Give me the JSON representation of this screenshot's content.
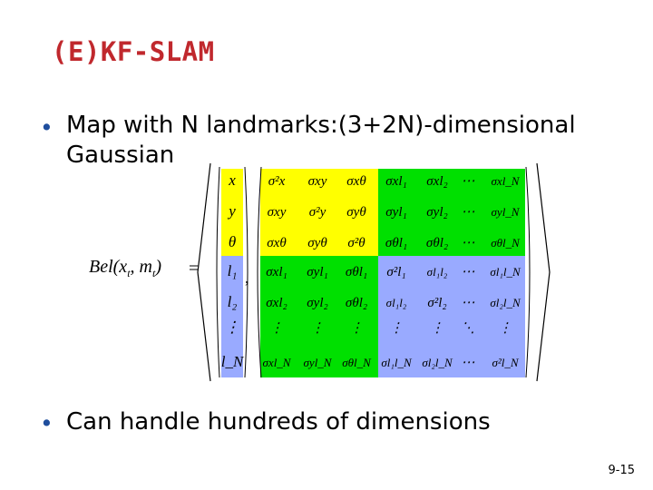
{
  "slide": {
    "title": "(E)KF-SLAM",
    "bullet1_line1": "Map with N landmarks:(3+2N)-dimensional",
    "bullet1_line2": "Gaussian",
    "bullet2": "Can handle hundreds of dimensions",
    "page_number": "9-15"
  },
  "formula": {
    "lhs": "Bel(x",
    "lhs_sub1": "t",
    "lhs_mid": ", m",
    "lhs_sub2": "t",
    "lhs_end": ")",
    "equals": "=",
    "comma": ","
  },
  "mean_vector": [
    "x",
    "y",
    "θ",
    "l₁",
    "l₂",
    "⋮",
    "l_N"
  ],
  "covariance": {
    "rows": [
      [
        "σ²x",
        "σxy",
        "σxθ",
        "σxl₁",
        "σxl₂",
        "⋯",
        "σxl_N"
      ],
      [
        "σxy",
        "σ²y",
        "σyθ",
        "σyl₁",
        "σyl₂",
        "⋯",
        "σyl_N"
      ],
      [
        "σxθ",
        "σyθ",
        "σ²θ",
        "σθl₁",
        "σθl₂",
        "⋯",
        "σθl_N"
      ],
      [
        "σxl₁",
        "σyl₁",
        "σθl₁",
        "σ²l₁",
        "σl₁l₂",
        "⋯",
        "σl₁l_N"
      ],
      [
        "σxl₂",
        "σyl₂",
        "σθl₂",
        "σl₁l₂",
        "σ²l₂",
        "⋯",
        "σl₂l_N"
      ],
      [
        "⋮",
        "⋮",
        "⋮",
        "⋮",
        "⋮",
        "⋱",
        "⋮"
      ],
      [
        "σxl_N",
        "σyl_N",
        "σθl_N",
        "σl₁l_N",
        "σl₂l_N",
        "⋯",
        "σ²l_N"
      ]
    ]
  },
  "colors": {
    "title": "#c0282d",
    "bullet": "#1f4e9d",
    "robot_block": "#ffff00",
    "cross_block": "#00e000",
    "landmark_block": "#99aaff",
    "mean_robot": "#ffff00",
    "mean_landmark": "#99aaff"
  }
}
